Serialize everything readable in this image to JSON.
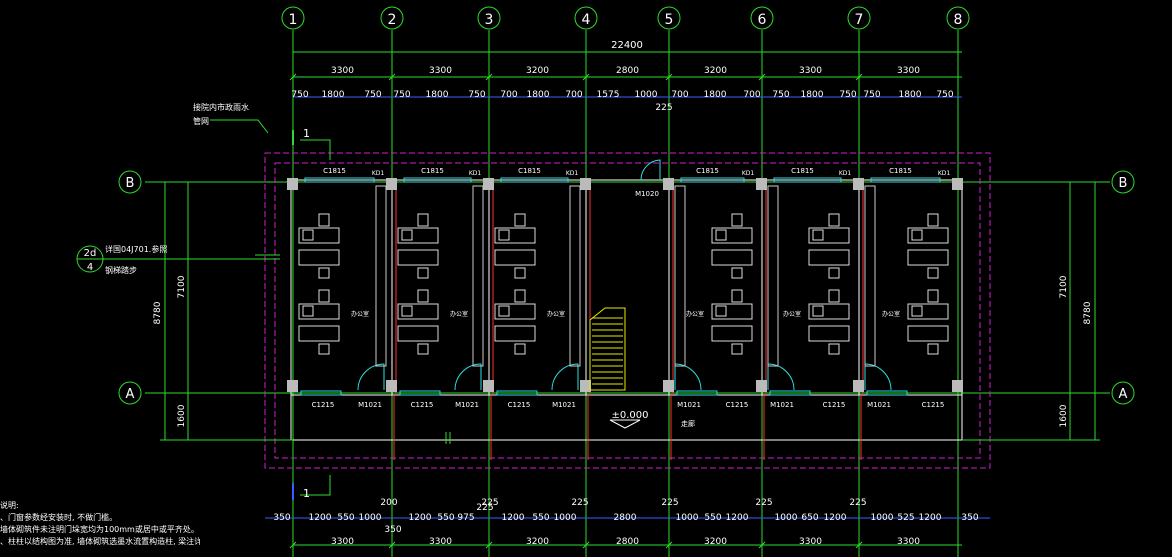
{
  "drawing": {
    "axes_top": [
      "1",
      "2",
      "3",
      "4",
      "5",
      "6",
      "7",
      "8"
    ],
    "axes_side": [
      "B",
      "A"
    ],
    "overall_width": "22400",
    "bay_widths_top": [
      "3300",
      "3300",
      "3200",
      "2800",
      "3200",
      "3300",
      "3300"
    ],
    "opening_dims_top": [
      "750",
      "1800",
      "750",
      "750",
      "1800",
      "750",
      "700",
      "1800",
      "700",
      "1575",
      "1000",
      "700",
      "1800",
      "700",
      "750",
      "1800",
      "750",
      "750",
      "1800",
      "750"
    ],
    "dim_225_top": "225",
    "bay_widths_bottom": [
      "3300",
      "3300",
      "3200",
      "2800",
      "3200",
      "3300",
      "3300"
    ],
    "opening_dims_bottom": [
      "350",
      "1200",
      "550",
      "1000",
      "1200",
      "550",
      "975",
      "1200",
      "550",
      "1000",
      "2800",
      "1000",
      "550",
      "1200",
      "1000",
      "650",
      "1200",
      "1000",
      "525",
      "1200",
      "350"
    ],
    "dim_bottom_extra": [
      "200",
      "350",
      "225",
      "225",
      "225",
      "225",
      "225",
      "225"
    ],
    "depth_total": "8780",
    "depth_rooms": "7100",
    "depth_corridor": "1600",
    "window_top": "C1815",
    "window_bottom": "C1215",
    "kd_label": "KD1",
    "door_label": "M1021",
    "entry_door_label": "M1020",
    "room_label": "办公室",
    "corridor_label": "走廊",
    "elevation": "±0.000",
    "section_mark": "1",
    "detail_ref_top": "2d",
    "detail_ref_bottom": "4",
    "callout_1_line1": "接院内市政雨水",
    "callout_1_line2": "管网",
    "callout_2_line1": "详国04J701.参照",
    "callout_2_line2": "钢梯踏步",
    "notes": [
      "说明:",
      "、门窗参数经安装时, 不做门槛。",
      "墙体砌筑件未注明门垛宽均为100mm或居中或平齐处。",
      "、柱柱以结构图为准, 墙体砌筑选墨水流置构造柱, 梁注详结施。"
    ]
  }
}
